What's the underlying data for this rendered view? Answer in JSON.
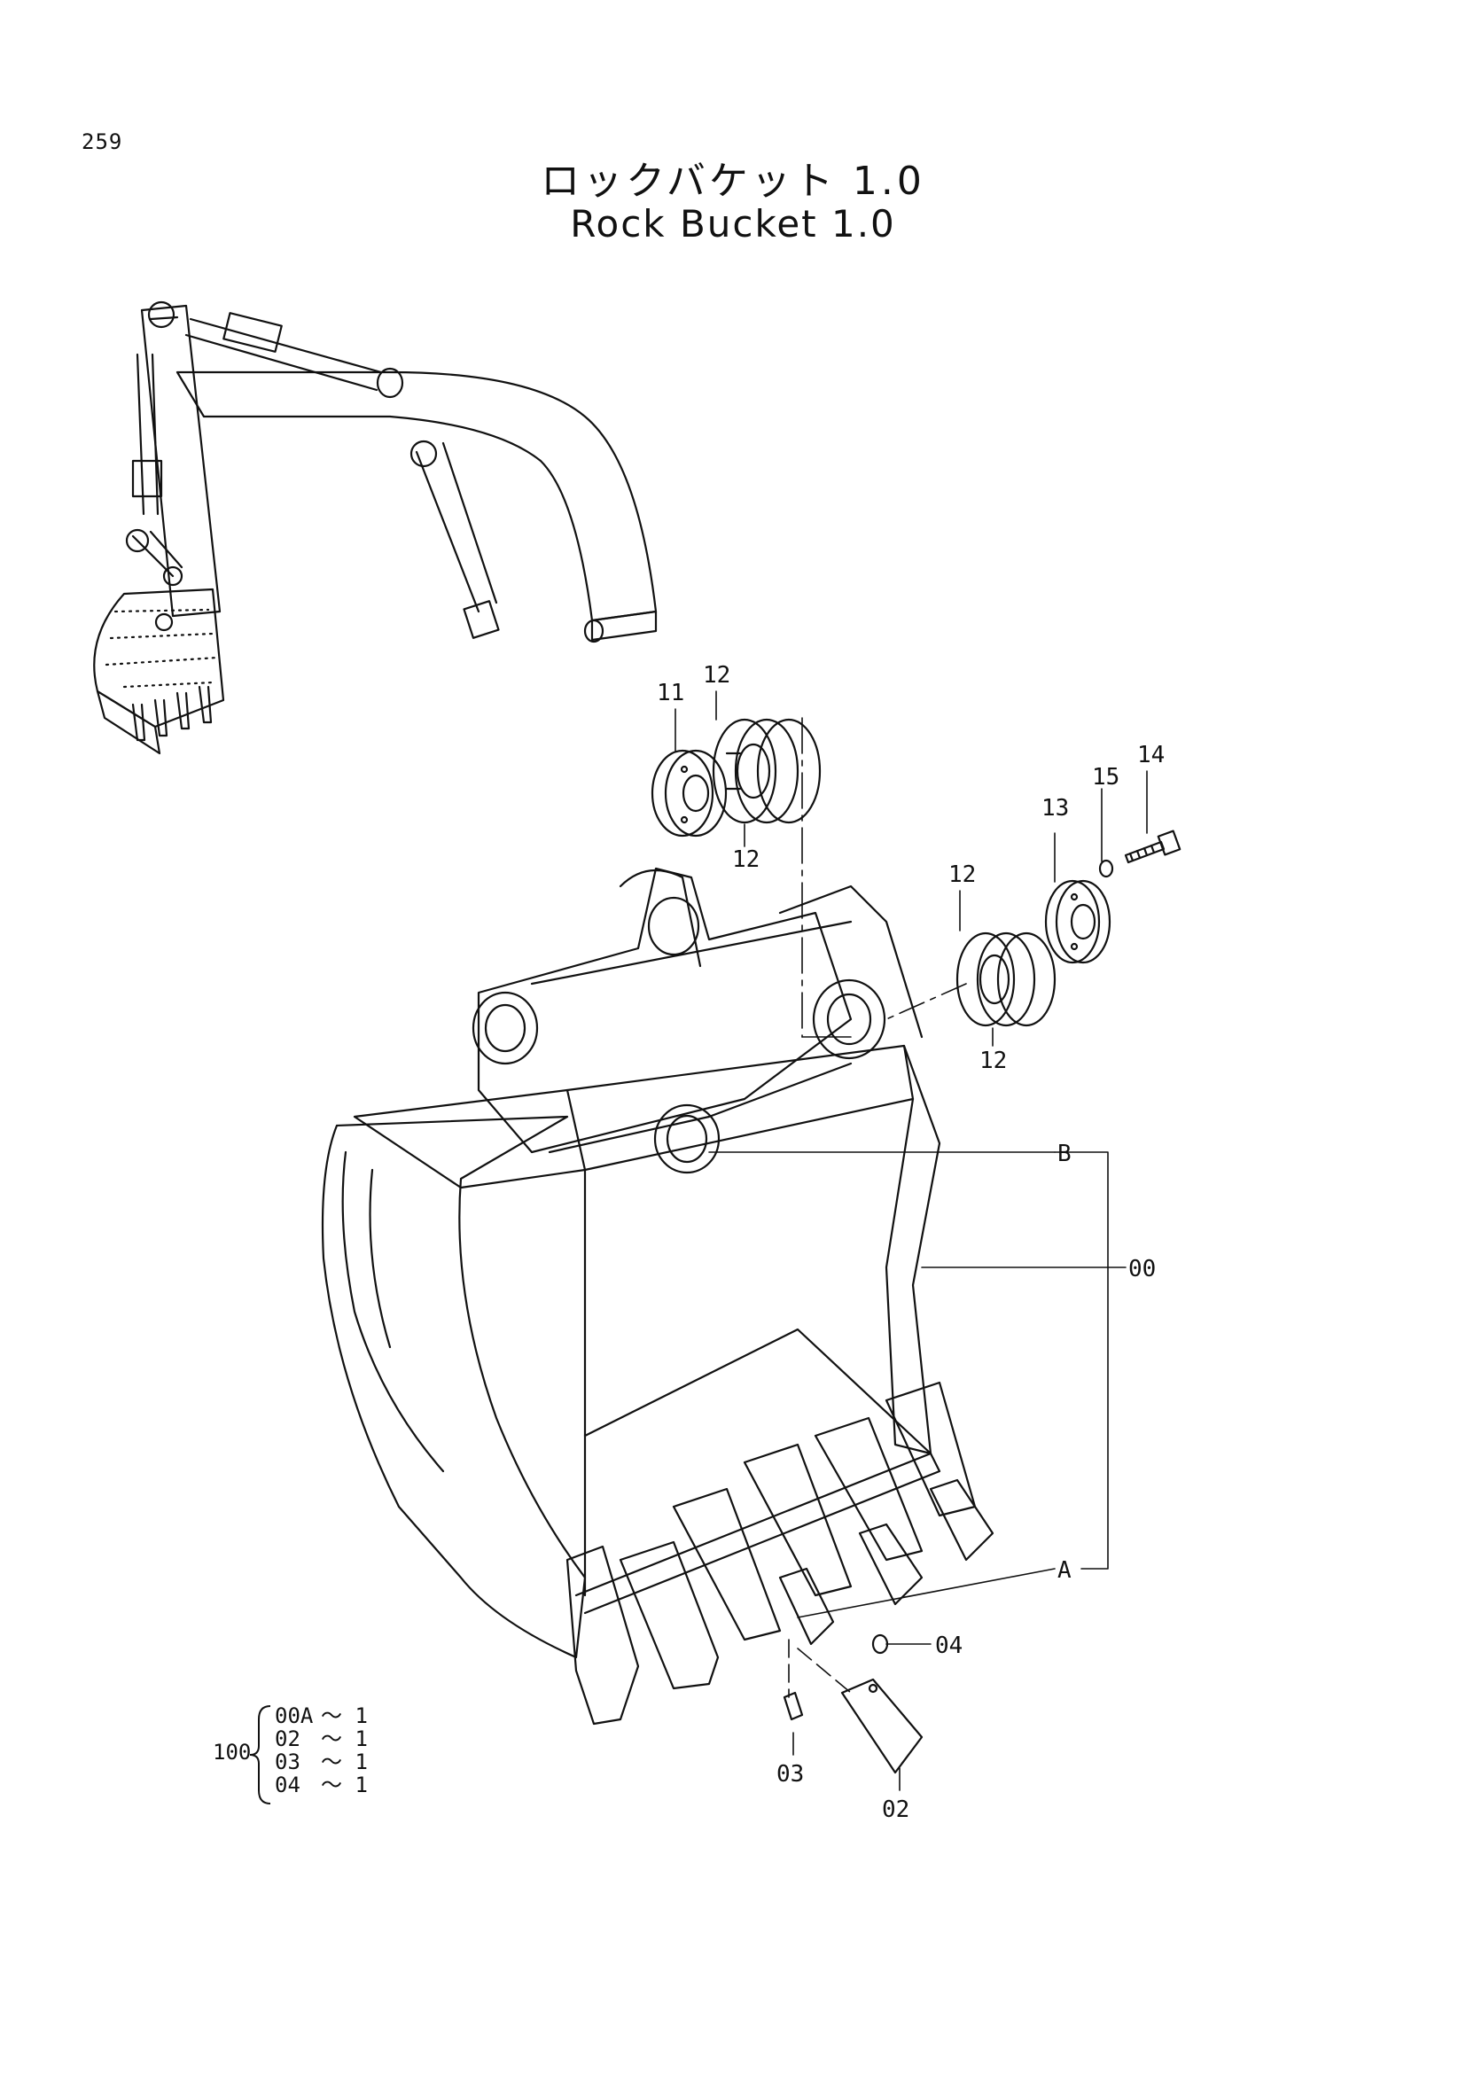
{
  "page_number": "259",
  "title_ja": "ロックバケット 1.0",
  "title_en": "Rock Bucket 1.0",
  "part_labels": {
    "p11": "11",
    "p12a": "12",
    "p12b": "12",
    "p12c": "12",
    "p12d": "12",
    "p13": "13",
    "p14": "14",
    "p15": "15",
    "pB": "B",
    "p00": "00",
    "pA": "A",
    "p04": "04",
    "p03": "03",
    "p02": "02"
  },
  "kit": {
    "number": "100",
    "items": [
      {
        "part": "00A",
        "qty": "～ 1"
      },
      {
        "part": "02",
        "qty": "～ 1"
      },
      {
        "part": "03",
        "qty": "～ 1"
      },
      {
        "part": "04",
        "qty": "～ 1"
      }
    ]
  }
}
